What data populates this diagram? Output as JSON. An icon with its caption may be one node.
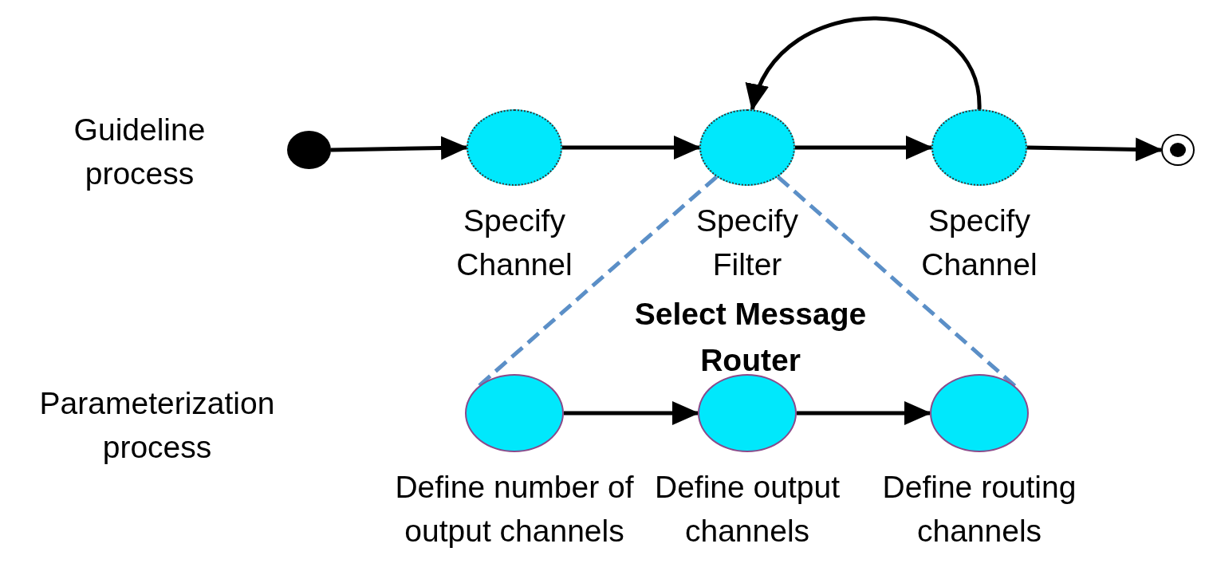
{
  "diagram": {
    "nodes": [
      {
        "text": [],
        "shape": "circle"
      },
      {
        "text": [
          "Specify Channel"
        ]
      },
      {
        "text": [
          "Specify Filter"
        ]
      },
      {
        "text": [
          "Specify Channel"
        ]
      },
      {
        "text": [],
        "shape": "circle"
      },
      {
        "text": [
          "Define number of output channels"
        ]
      },
      {
        "text": [
          "Define output channels"
        ]
      },
      {
        "text": [
          "Define routing channels"
        ]
      }
    ],
    "edges": [
      {
        "from": 0,
        "to": 1,
        "arrow": "to"
      },
      {
        "from": 1,
        "to": 2,
        "arrow": "to"
      },
      {
        "from": 2,
        "to": 3,
        "arrow": "to"
      },
      {
        "from": 3,
        "to": 4,
        "arrow": "to"
      },
      {
        "from": 3,
        "to": 2,
        "arrow": "to"
      },
      {
        "from": 5,
        "to": 6,
        "arrow": "to"
      },
      {
        "from": 6,
        "to": 7,
        "arrow": "to"
      },
      {
        "from": 2,
        "to": 5,
        "arrow": "none",
        "style": "dashed",
        "color": "#5b8fc7"
      },
      {
        "from": 2,
        "to": 7,
        "arrow": "none",
        "style": "dashed",
        "color": "#5b8fc7"
      }
    ],
    "labels": [
      "Guideline process",
      "Select Message Router",
      "Parameterization process"
    ]
  }
}
